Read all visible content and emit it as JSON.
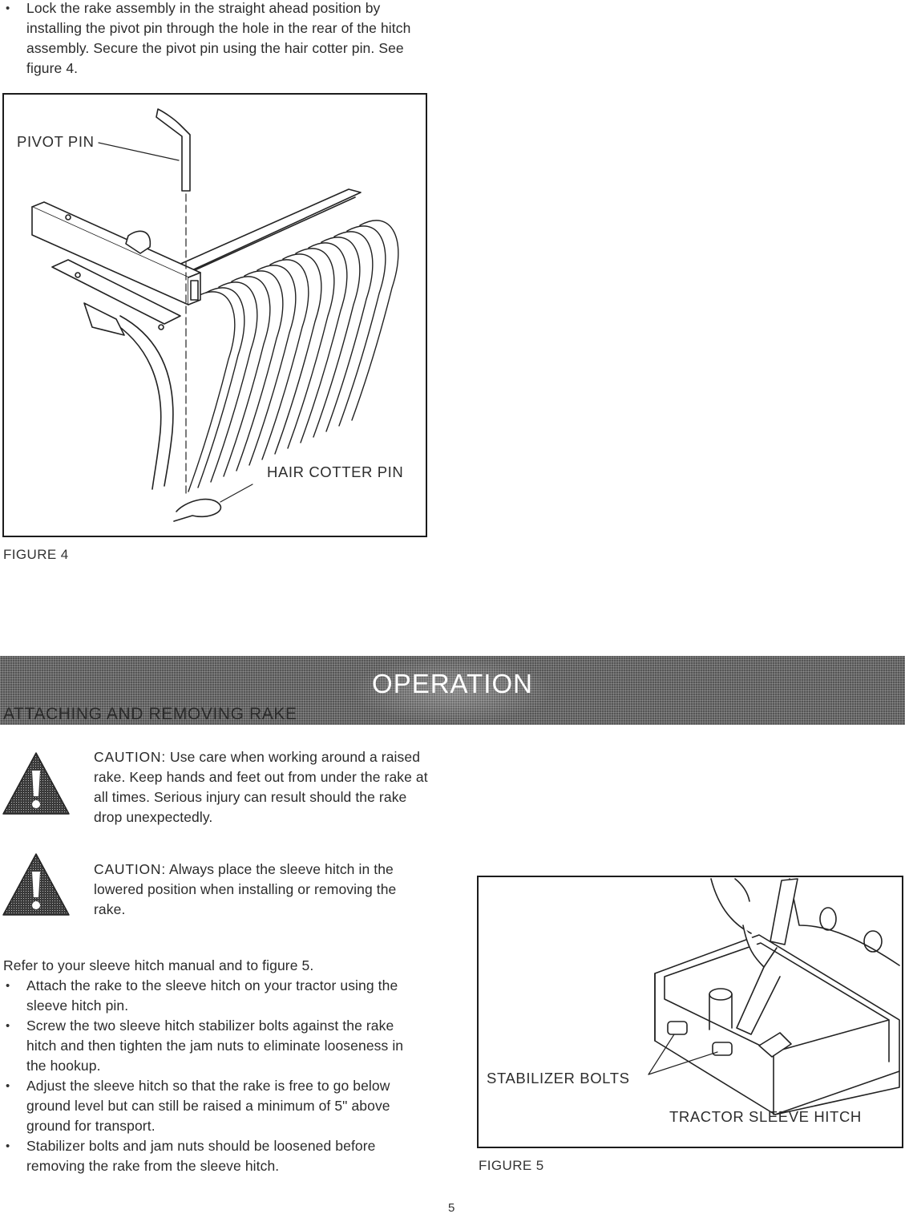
{
  "intro": {
    "bullet": "Lock the rake assembly in the straight ahead position by installing the pivot pin through the hole in the rear of the hitch assembly. Secure the pivot pin using the hair cotter pin. See figure 4."
  },
  "figure4": {
    "caption": "FIGURE 4",
    "callouts": {
      "pivot_pin": "PIVOT PIN",
      "hair_cotter_pin": "HAIR COTTER PIN"
    }
  },
  "section": {
    "title": "OPERATION"
  },
  "attaching": {
    "heading": "ATTACHING AND REMOVING RAKE",
    "caution1": {
      "label": "CAUTION:",
      "text": "Use care when working around a raised rake. Keep hands and feet out from under the rake at all times. Serious injury can result should the rake drop unexpectedly."
    },
    "caution2": {
      "label": "CAUTION:",
      "text": "Always place the sleeve hitch in the lowered position when installing or removing the rake."
    },
    "refer": "Refer to your sleeve hitch manual and to figure 5.",
    "steps": [
      "Attach the rake to the sleeve hitch on your tractor using the sleeve hitch pin.",
      "Screw the two sleeve hitch stabilizer bolts against the rake hitch and then tighten the jam nuts to eliminate looseness in the hookup.",
      "Adjust the sleeve hitch so that the rake is free to go below ground level but can still be raised a minimum of 5\" above ground for transport.",
      "Stabilizer bolts and jam nuts should be loosened before removing the rake from the sleeve hitch."
    ]
  },
  "figure5": {
    "caption": "FIGURE 5",
    "callouts": {
      "stabilizer_bolts": "STABILIZER BOLTS",
      "tractor_sleeve_hitch": "TRACTOR SLEEVE HITCH"
    }
  },
  "footer": {
    "page_number": "5"
  }
}
